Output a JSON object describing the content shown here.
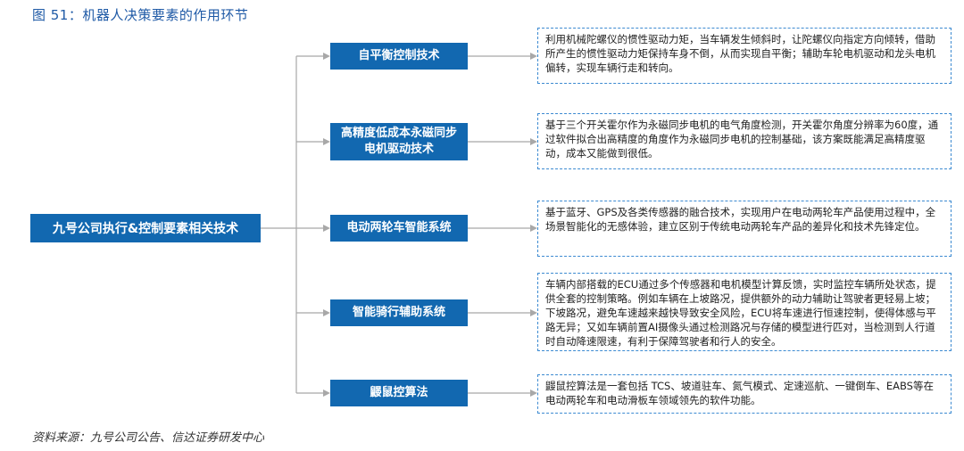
{
  "title": "图 51：机器人决策要素的作用环节",
  "root": "九号公司执行&控制要素相关技术",
  "items": [
    {
      "label": "自平衡控制技术",
      "desc": "利用机械陀螺仪的惯性驱动力矩，当车辆发生倾斜时，让陀螺仪向指定方向倾转，借助所产生的惯性驱动力矩保持车身不倒，从而实现自平衡；辅助车轮电机驱动和龙头电机偏转，实现车辆行走和转向。"
    },
    {
      "label": "高精度低成本永磁同步电机驱动技术",
      "desc": "基于三个开关霍尔作为永磁同步电机的电气角度检测，开关霍尔角度分辨率为60度，通过软件拟合出高精度的角度作为永磁同步电机的控制基础，该方案既能满足高精度驱动，成本又能做到很低。"
    },
    {
      "label": "电动两轮车智能系统",
      "desc": "基于蓝牙、GPS及各类传感器的融合技术，实现用户在电动两轮车产品使用过程中，全场景智能化的无感体验，建立区别于传统电动两轮车产品的差异化和技术先锋定位。"
    },
    {
      "label": "智能骑行辅助系统",
      "desc": "车辆内部搭载的ECU通过多个传感器和电机模型计算反馈，实时监控车辆所处状态，提供全套的控制策略。例如车辆在上坡路况，提供额外的动力辅助让驾驶者更轻易上坡；下坡路况，避免车速越来越快导致安全风险，ECU将车速进行恒速控制，使得体感与平路无异；又如车辆前置AI摄像头通过检测路况与存储的模型进行匹对，当检测到人行道时自动降速限速，有利于保障驾驶者和行人的安全。"
    },
    {
      "label": "鼹鼠控算法",
      "desc": "鼹鼠控算法是一套包括 TCS、坡道驻车、氮气模式、定速巡航、一键倒车、EABS等在电动两轮车和电动滑板车领域领先的软件功能。"
    }
  ],
  "source": "资料来源：九号公司公告、信达证券研发中心"
}
